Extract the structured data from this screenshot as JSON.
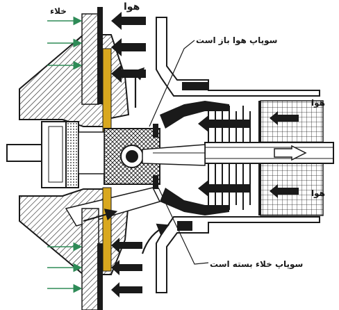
{
  "labels": {
    "vacuum_top": "خلاء",
    "air_top": "هوا",
    "air_valve_open": "سوپاپ هوا باز است",
    "air_right_upper": "هوا",
    "air_right_lower": "هوا",
    "vacuum_valve_closed": "سوپاپ خلاء بسته است"
  },
  "colors": {
    "ink": "#1a1a1a",
    "highlight": "#d9a81f",
    "paper": "#ffffff",
    "vacuum_arrow": "#2e8b57",
    "air_arrow": "#1a1a1a"
  }
}
